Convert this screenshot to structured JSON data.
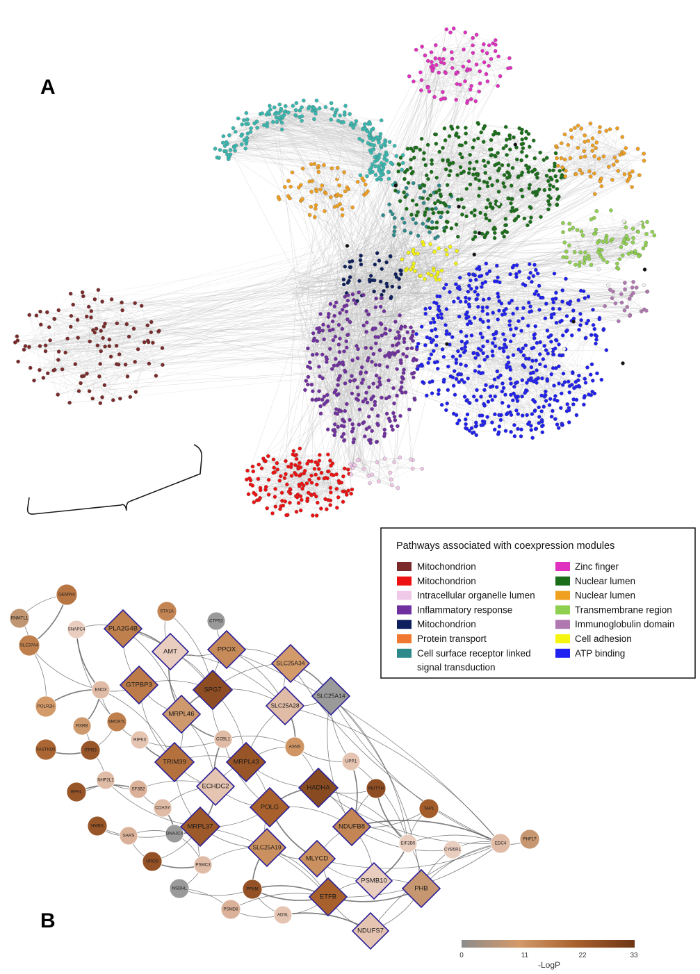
{
  "panels": {
    "a": "A",
    "b": "B"
  },
  "legend": {
    "title": "Pathways associated with coexpression modules",
    "left": [
      {
        "label": "Mitochondrion",
        "color": "#7a2a2a"
      },
      {
        "label": "Mitochondrion",
        "color": "#ee1111"
      },
      {
        "label": "Intracellular organelle lumen",
        "color": "#f0c8e8"
      },
      {
        "label": "Inflammatory response",
        "color": "#7030a0"
      },
      {
        "label": "Mitochondrion",
        "color": "#0d1f5c"
      },
      {
        "label": "Protein transport",
        "color": "#f07830"
      },
      {
        "label": "Cell surface receptor linked",
        "label2": "signal transduction",
        "color": "#2e8a8a"
      }
    ],
    "right": [
      {
        "label": "Zinc finger",
        "color": "#e030c0"
      },
      {
        "label": "Nuclear lumen",
        "color": "#1a6e1a"
      },
      {
        "label": "Nuclear lumen",
        "color": "#f0a020"
      },
      {
        "label": "Transmembrane region",
        "color": "#90d050"
      },
      {
        "label": "Immunoglobulin domain",
        "color": "#b078b0"
      },
      {
        "label": "Cell adhesion",
        "color": "#f5f510"
      },
      {
        "label": "ATP binding",
        "color": "#2020f0"
      }
    ]
  },
  "network_b": {
    "diamonds": [
      {
        "id": "PLA2G4B",
        "p": 16
      },
      {
        "id": "AMT",
        "p": 3
      },
      {
        "id": "PPOX",
        "p": 14
      },
      {
        "id": "SLC25A34",
        "p": 11
      },
      {
        "id": "GTPBP3",
        "p": 17
      },
      {
        "id": "SPG7",
        "p": 27
      },
      {
        "id": "SLC25A28",
        "p": 5
      },
      {
        "id": "SLC25A14",
        "p": 0
      },
      {
        "id": "MRPL46",
        "p": 10
      },
      {
        "id": "TRIM39",
        "p": 19
      },
      {
        "id": "MRPL43",
        "p": 25
      },
      {
        "id": "HADHA",
        "p": 28
      },
      {
        "id": "ECHDC2",
        "p": 4
      },
      {
        "id": "POLG",
        "p": 22
      },
      {
        "id": "NDUFB8",
        "p": 15
      },
      {
        "id": "MRPL37",
        "p": 24
      },
      {
        "id": "SLC25A19",
        "p": 13
      },
      {
        "id": "MLYCD",
        "p": 13
      },
      {
        "id": "PSMB10",
        "p": 3
      },
      {
        "id": "PHB",
        "p": 9
      },
      {
        "id": "ETFB",
        "p": 22
      },
      {
        "id": "NDUFS7",
        "p": 4
      }
    ],
    "circles": [
      {
        "id": "GEMIN4",
        "p": 18
      },
      {
        "id": "RNMTL1",
        "p": 8
      },
      {
        "id": "SLC37A4",
        "p": 16
      },
      {
        "id": "SNAPC4",
        "p": 3
      },
      {
        "id": "STX1A",
        "p": 15
      },
      {
        "id": "CTPS2",
        "p": 0
      },
      {
        "id": "ENO3",
        "p": 5
      },
      {
        "id": "POLR2H",
        "p": 11
      },
      {
        "id": "RXRB",
        "p": 10
      },
      {
        "id": "SMCR7L",
        "p": 16
      },
      {
        "id": "RIPK3",
        "p": 4
      },
      {
        "id": "CCBL1",
        "p": 5
      },
      {
        "id": "ASNS",
        "p": 12
      },
      {
        "id": "UPP1",
        "p": 4
      },
      {
        "id": "FASTKD5",
        "p": 21
      },
      {
        "id": "ITPR3",
        "p": 25
      },
      {
        "id": "NHP2L1",
        "p": 5
      },
      {
        "id": "SF3B2",
        "p": 6
      },
      {
        "id": "MUTYH",
        "p": 27
      },
      {
        "id": "BPHL",
        "p": 25
      },
      {
        "id": "COASY",
        "p": 5
      },
      {
        "id": "TAP1",
        "p": 23
      },
      {
        "id": "HMBS",
        "p": 25
      },
      {
        "id": "SARS",
        "p": 6
      },
      {
        "id": "DNAJC4",
        "p": 0
      },
      {
        "id": "EIF2B5",
        "p": 3
      },
      {
        "id": "EDC4",
        "p": 5
      },
      {
        "id": "PHF17",
        "p": 9
      },
      {
        "id": "CYB5R1",
        "p": 3
      },
      {
        "id": "UROS",
        "p": 26
      },
      {
        "id": "PSMC3",
        "p": 5
      },
      {
        "id": "NSDHL",
        "p": 0
      },
      {
        "id": "PFKM",
        "p": 26
      },
      {
        "id": "PSMD8",
        "p": 6
      },
      {
        "id": "ADSL",
        "p": 4
      }
    ]
  },
  "colorbar": {
    "ticks": [
      "0",
      "11",
      "22",
      "33"
    ],
    "label": "-LogP",
    "min": 0,
    "max": 33,
    "colors": [
      "#8c8c8c",
      "#d39a6a",
      "#a8612d",
      "#6e3616"
    ]
  }
}
